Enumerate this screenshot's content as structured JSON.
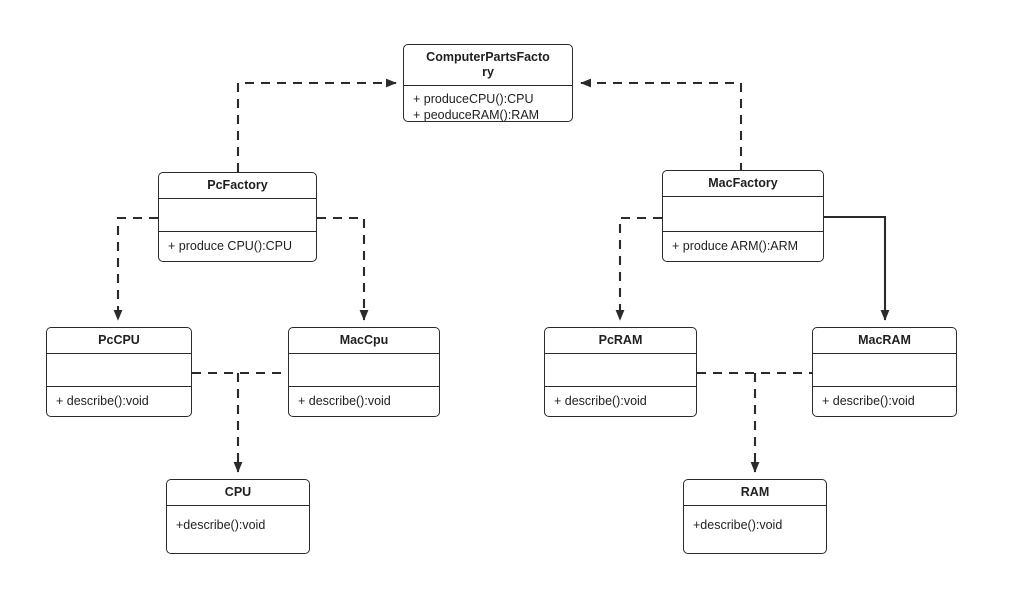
{
  "diagram": {
    "title": "Abstract Factory UML class diagram",
    "type": "uml-class-diagram",
    "background_color": "#ffffff",
    "line_color": "#2b2b2b",
    "text_color": "#1f1f1f"
  },
  "classes": {
    "computer_parts_factory": {
      "name": "ComputerPartsFacto\nry",
      "operations": [
        "+ produceCPU():CPU",
        "+ peoduceRAM():RAM"
      ]
    },
    "pc_factory": {
      "name": "PcFactory",
      "operations": [
        "+ produce CPU():CPU"
      ]
    },
    "mac_factory": {
      "name": "MacFactory",
      "operations": [
        "+ produce ARM():ARM"
      ]
    },
    "pc_cpu": {
      "name": "PcCPU",
      "operations": [
        "+ describe():void"
      ]
    },
    "mac_cpu": {
      "name": "MacCpu",
      "operations": [
        "+ describe():void"
      ]
    },
    "pc_ram": {
      "name": "PcRAM",
      "operations": [
        "+ describe():void"
      ]
    },
    "mac_ram": {
      "name": "MacRAM",
      "operations": [
        "+ describe():void"
      ]
    },
    "cpu": {
      "name": "CPU",
      "operations": [
        "+describe():void"
      ]
    },
    "ram": {
      "name": "RAM",
      "operations": [
        "+describe():void"
      ]
    }
  },
  "edges": [
    {
      "id": "pcfactory-to-computerpartsfactory",
      "from": "pc_factory",
      "to": "computer_parts_factory",
      "style": "dashed",
      "arrow": "open-filled"
    },
    {
      "id": "macfactory-to-computerpartsfactory",
      "from": "mac_factory",
      "to": "computer_parts_factory",
      "style": "dashed",
      "arrow": "open-filled"
    },
    {
      "id": "pcfactory-to-pccpu",
      "from": "pc_factory",
      "to": "pc_cpu",
      "style": "dashed",
      "arrow": "open-filled"
    },
    {
      "id": "pcfactory-to-maccpu",
      "from": "pc_factory",
      "to": "mac_cpu",
      "style": "dashed",
      "arrow": "open-filled"
    },
    {
      "id": "macfactory-to-pcram",
      "from": "mac_factory",
      "to": "pc_ram",
      "style": "dashed",
      "arrow": "open-filled"
    },
    {
      "id": "macfactory-to-macram",
      "from": "mac_factory",
      "to": "mac_ram",
      "style": "solid",
      "arrow": "open-filled"
    },
    {
      "id": "pccpu-maccpu-to-cpu",
      "from": "pc_cpu",
      "to": "cpu",
      "style": "dashed",
      "arrow": "open-filled"
    },
    {
      "id": "pcram-macram-to-ram",
      "from": "pc_ram",
      "to": "ram",
      "style": "dashed",
      "arrow": "open-filled"
    }
  ]
}
